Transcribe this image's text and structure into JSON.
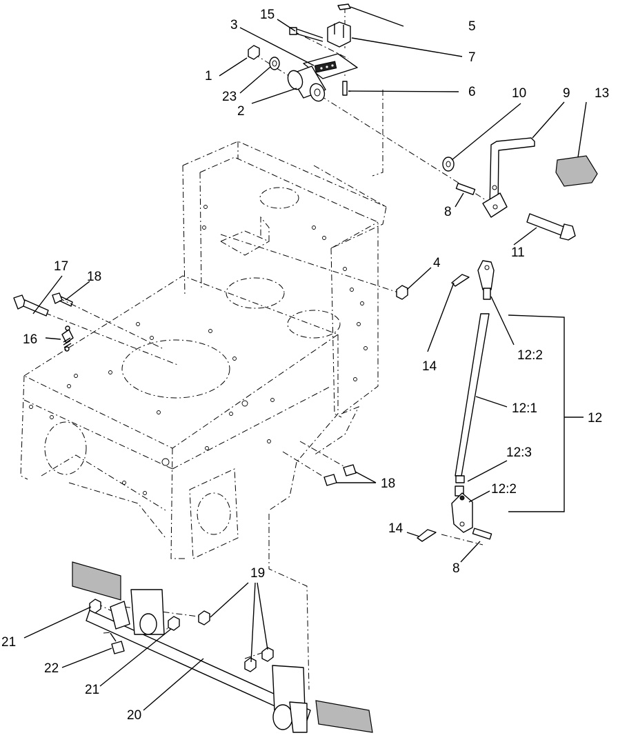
{
  "callouts": {
    "c1": "1",
    "c2": "2",
    "c3": "3",
    "c4": "4",
    "c5": "5",
    "c6": "6",
    "c7": "7",
    "c8a": "8",
    "c8b": "8",
    "c9": "9",
    "c10": "10",
    "c11": "11",
    "c12": "12",
    "c12_1": "12:1",
    "c12_2a": "12:2",
    "c12_2b": "12:2",
    "c12_3": "12:3",
    "c13": "13",
    "c14a": "14",
    "c14b": "14",
    "c15": "15",
    "c16": "16",
    "c17": "17",
    "c18a": "18",
    "c18b": "18",
    "c19": "19",
    "c20": "20",
    "c21a": "21",
    "c21b": "21",
    "c22": "22",
    "c23": "23"
  }
}
